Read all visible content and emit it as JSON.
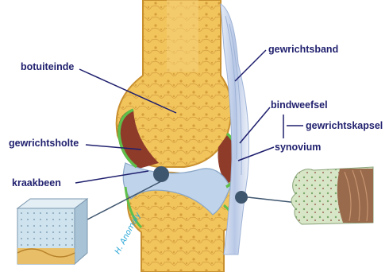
{
  "labels": {
    "botuiteinde": "botuiteinde",
    "gewrichtsholte": "gewrichtsholte",
    "kraakbeen": "kraakbeen",
    "gewrichtsband": "gewrichtsband",
    "bindweefsel": "bindweefsel",
    "gewrichtskapsel": "gewrichtskapsel",
    "synovium": "synovium"
  },
  "signature": "H. Anomaly",
  "colors": {
    "bone": "#f0c25a",
    "bone_dark": "#d9a63a",
    "cartilage": "#bfd3ea",
    "cavity": "#8e3b2a",
    "synovium": "#5fbf4a",
    "ligament": "#c9d6ee",
    "label": "#1f1f6e",
    "leader": "#1f1f6e",
    "callout": "#3f566f"
  }
}
